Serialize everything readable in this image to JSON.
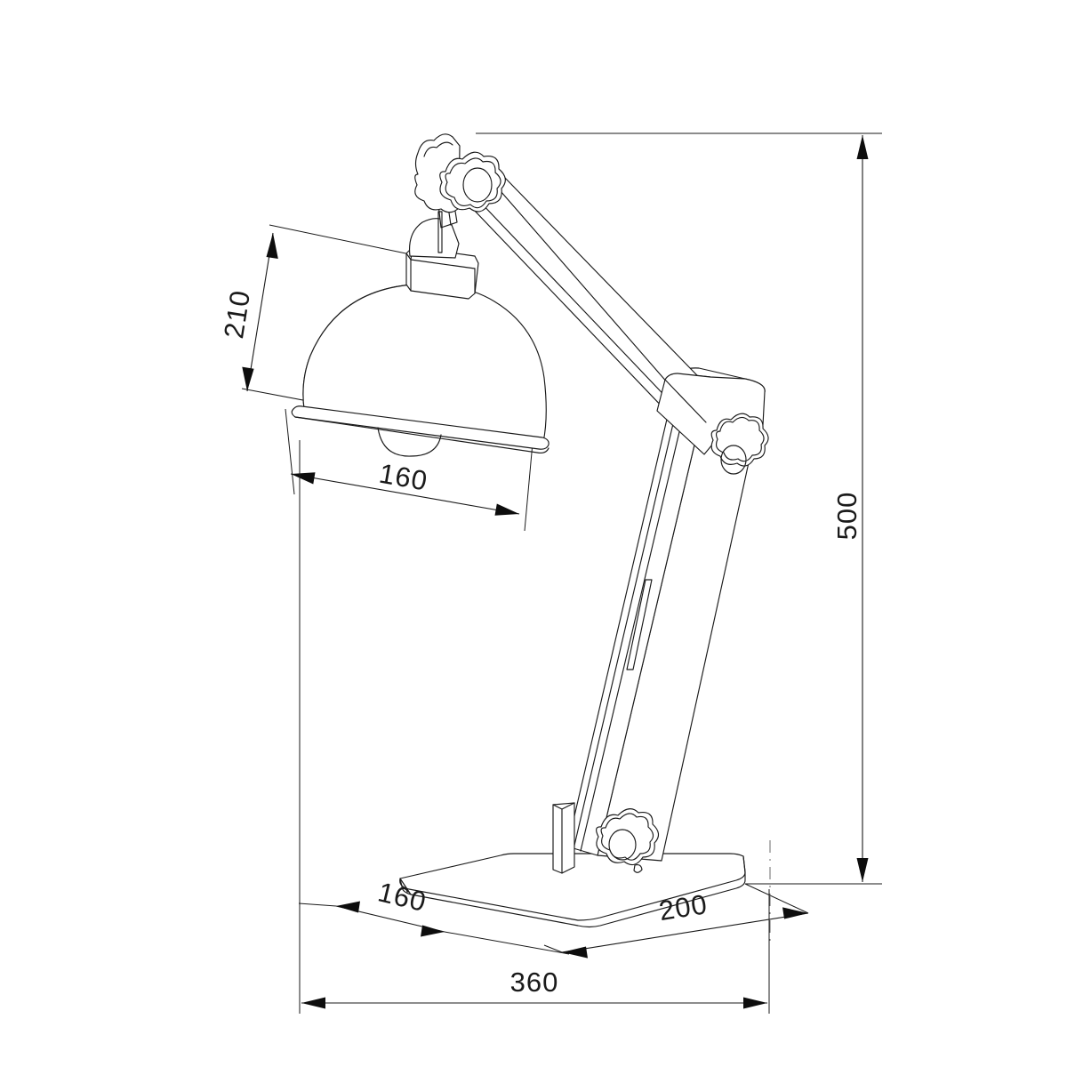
{
  "document": {
    "type": "technical-drawing",
    "title": "Desk Lamp Dimensional Drawing",
    "background_color": "#ffffff",
    "line_color": "#1a1a1a",
    "units": "mm"
  },
  "dimensions": {
    "shade_height": "210",
    "shade_diameter": "160",
    "overall_height": "500",
    "base_depth": "160",
    "base_width": "200",
    "overall_width": "360"
  },
  "labels": [
    {
      "id": "shade-height",
      "value": "210",
      "orientation": "vertical"
    },
    {
      "id": "shade-diameter",
      "value": "160",
      "orientation": "horizontal"
    },
    {
      "id": "overall-height",
      "value": "500",
      "orientation": "vertical"
    },
    {
      "id": "base-depth",
      "value": "160",
      "orientation": "horizontal"
    },
    {
      "id": "base-width",
      "value": "200",
      "orientation": "horizontal"
    },
    {
      "id": "overall-width",
      "value": "360",
      "orientation": "horizontal"
    }
  ],
  "parts": [
    {
      "id": "lamp-shade",
      "name": "Dome lamp shade"
    },
    {
      "id": "upper-arm",
      "name": "Upper arm"
    },
    {
      "id": "lower-arm",
      "name": "Lower arm"
    },
    {
      "id": "base-plate",
      "name": "Rectangular base plate"
    },
    {
      "id": "head-knob",
      "name": "Head adjustment knob"
    },
    {
      "id": "elbow-knob",
      "name": "Elbow adjustment knob"
    },
    {
      "id": "base-knob",
      "name": "Base adjustment knob"
    },
    {
      "id": "bulb",
      "name": "Bulb"
    }
  ]
}
